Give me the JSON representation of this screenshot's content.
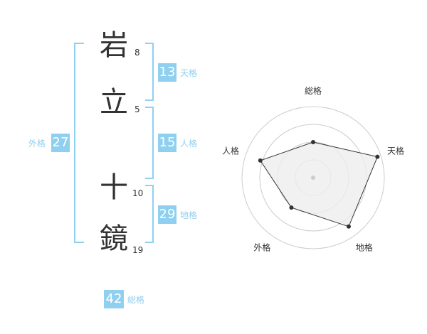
{
  "name": {
    "chars": [
      {
        "char": "岩",
        "strokes": "8"
      },
      {
        "char": "立",
        "strokes": "5"
      },
      {
        "char": "十",
        "strokes": "10"
      },
      {
        "char": "鏡",
        "strokes": "19"
      }
    ]
  },
  "scores": {
    "tenkaku": {
      "value": "13",
      "label": "天格"
    },
    "jinkaku": {
      "value": "15",
      "label": "人格"
    },
    "chikaku": {
      "value": "29",
      "label": "地格"
    },
    "gaikaku": {
      "value": "27",
      "label": "外格"
    },
    "soukaku": {
      "value": "42",
      "label": "総格"
    }
  },
  "colors": {
    "accent": "#8fd0f0",
    "text": "#333333",
    "radar_fill": "#eeeeee",
    "radar_ring": "#cccccc"
  },
  "chart_data": {
    "type": "radar",
    "axes": [
      "総格",
      "天格",
      "地格",
      "外格",
      "人格"
    ],
    "series": [
      {
        "values": [
          0.5,
          0.95,
          0.85,
          0.52,
          0.78
        ]
      }
    ],
    "range": [
      0,
      1
    ],
    "rings": 4
  }
}
